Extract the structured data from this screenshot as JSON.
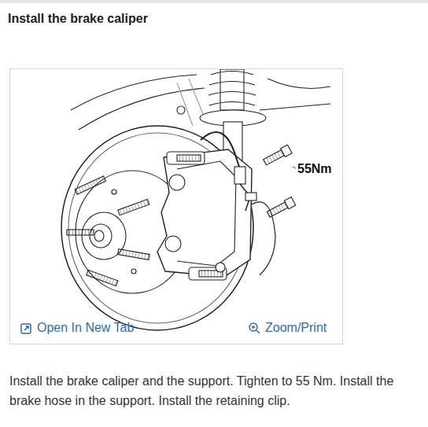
{
  "diagram": {
    "title": "Install the brake caliper",
    "caption": "Install the brake caliper and the support. Tighten to 55 Nm. Install the brake hose in the support. Install the retaining clip.",
    "labels": [
      "55Nm",
      "Open In New Tab",
      "Zoom/Print"
    ]
  }
}
